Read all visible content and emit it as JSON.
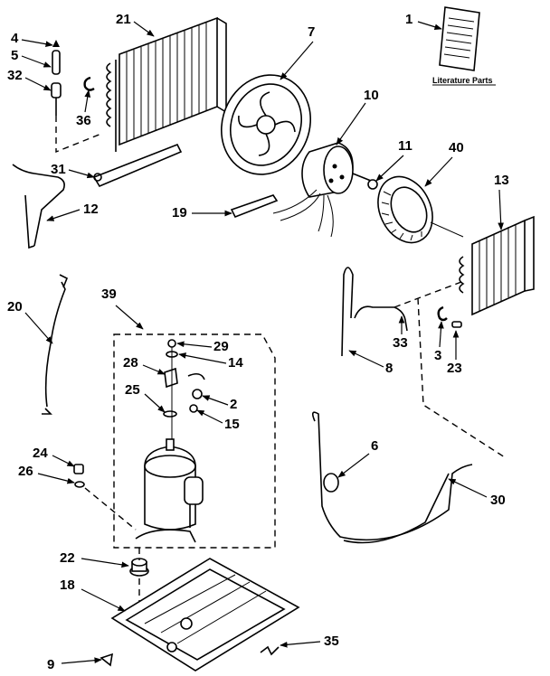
{
  "diagram": {
    "literature_label": "Literature Parts",
    "callouts": {
      "c1": "1",
      "c2": "2",
      "c3": "3",
      "c4": "4",
      "c5": "5",
      "c6": "6",
      "c7": "7",
      "c8": "8",
      "c9": "9",
      "c10": "10",
      "c11": "11",
      "c12": "12",
      "c13": "13",
      "c14": "14",
      "c15": "15",
      "c18": "18",
      "c19": "19",
      "c20": "20",
      "c21": "21",
      "c22": "22",
      "c23": "23",
      "c24": "24",
      "c25": "25",
      "c26": "26",
      "c28": "28",
      "c29": "29",
      "c30": "30",
      "c31": "31",
      "c32": "32",
      "c33": "33",
      "c35": "35",
      "c36": "36",
      "c39": "39",
      "c40": "40"
    }
  }
}
